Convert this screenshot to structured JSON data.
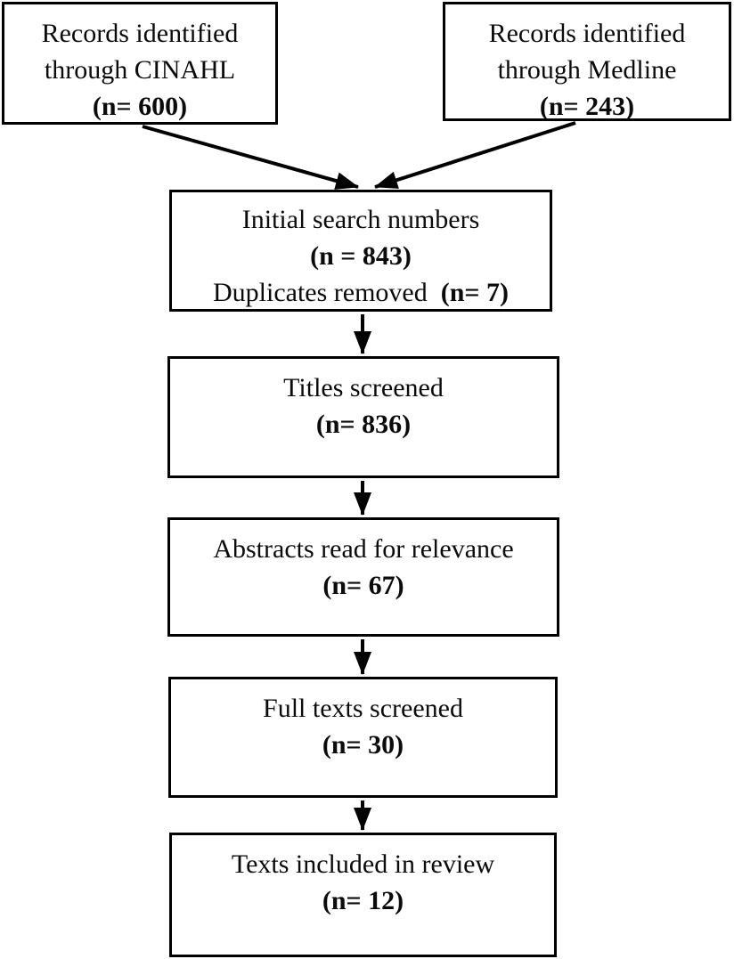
{
  "page": {
    "background_color": "#ffffff",
    "line_color": "#000000",
    "text_color": "#0b0b0b"
  },
  "diagram": {
    "type": "flowchart",
    "boxes": {
      "cinahl": {
        "line1": "Records identified",
        "line2": "through CINAHL",
        "count": "(n= 600)"
      },
      "medline": {
        "line1": "Records identified",
        "line2": "through Medline",
        "count": "(n= 243)"
      },
      "initial": {
        "title": "Initial search numbers",
        "count": "(n = 843)",
        "extra_prefix": "Duplicates removed  ",
        "extra_count": "(n= 7)"
      },
      "titles": {
        "title": "Titles screened",
        "count": "(n= 836)"
      },
      "abstracts": {
        "title": "Abstracts read for relevance",
        "count": "(n= 67)"
      },
      "fulltexts": {
        "title": "Full texts screened",
        "count": "(n= 30)"
      },
      "included": {
        "title": "Texts included in review",
        "count": "(n= 12)"
      }
    }
  }
}
